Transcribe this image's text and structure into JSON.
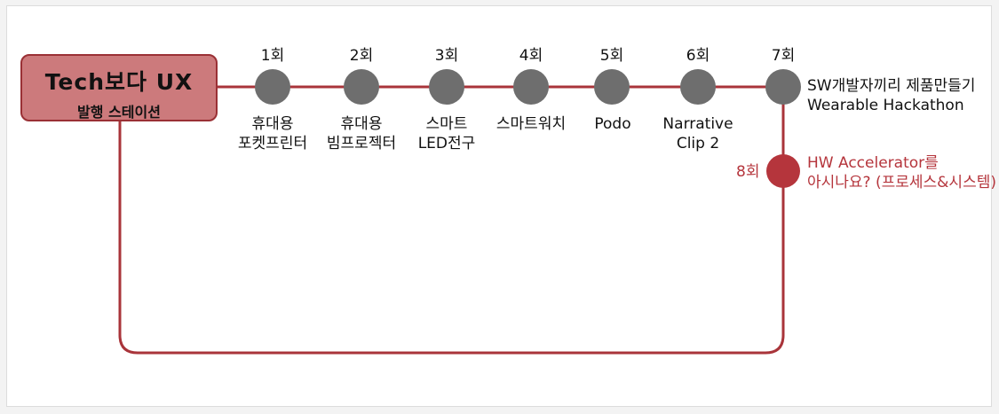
{
  "start": {
    "title": "Tech보다 UX",
    "subtitle": "발행 스테이션"
  },
  "stations": [
    {
      "label": "1회",
      "lines": [
        "휴대용",
        "포켓프린터"
      ]
    },
    {
      "label": "2회",
      "lines": [
        "휴대용",
        "빔프로젝터"
      ]
    },
    {
      "label": "3회",
      "lines": [
        "스마트",
        "LED전구"
      ]
    },
    {
      "label": "4회",
      "lines": [
        "스마트워치"
      ]
    },
    {
      "label": "5회",
      "lines": [
        "Podo"
      ]
    },
    {
      "label": "6회",
      "lines": [
        "Narrative",
        "Clip 2"
      ]
    },
    {
      "label": "7회",
      "lines": [
        "SW개발자끼리 제품만들기",
        "Wearable Hackathon"
      ]
    }
  ],
  "branch": {
    "label": "8회",
    "lines": [
      "HW Accelerator를",
      "아시나요? (프로세스&시스템)"
    ]
  },
  "colors": {
    "line": "#a9343a",
    "station": "#6e6e6e",
    "highlight": "#b5353c",
    "start_fill": "#cc7a7c"
  }
}
